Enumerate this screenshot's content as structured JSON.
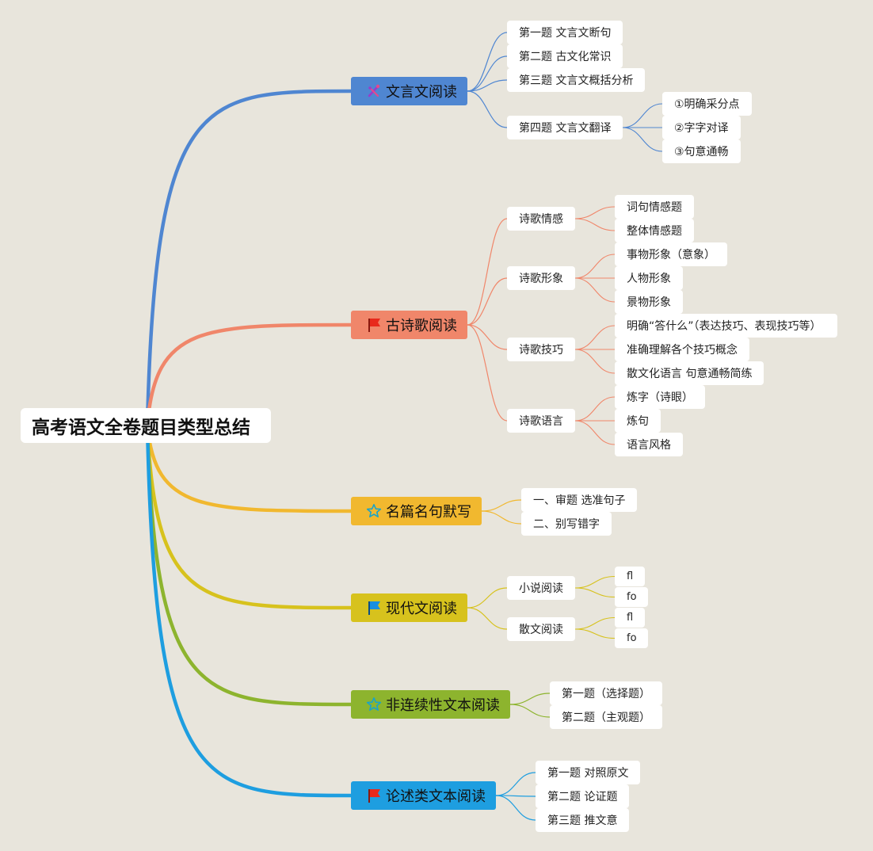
{
  "root": {
    "label": "高考语文全卷题目类型总结"
  },
  "colors": {
    "b1": "#4f86d1",
    "b2": "#f0866a",
    "b3": "#f1b82f",
    "b4": "#d7c21d",
    "b5": "#8db42e",
    "b6": "#1e9ee0",
    "leaf": "#ffffff",
    "background": "#e8e5dc"
  },
  "branches": [
    {
      "id": "b1",
      "label": "文言文阅读",
      "icon": "tools-icon",
      "items": [
        {
          "label": "第一题 文言文断句"
        },
        {
          "label": "第二题 古文化常识"
        },
        {
          "label": "第三题 文言文概括分析"
        },
        {
          "label": "第四题 文言文翻译",
          "children": [
            "①明确采分点",
            "②字字对译",
            "③句意通畅"
          ]
        }
      ]
    },
    {
      "id": "b2",
      "label": "古诗歌阅读",
      "icon": "red-flag-icon",
      "items": [
        {
          "label": "诗歌情感",
          "children": [
            "词句情感题",
            "整体情感题"
          ]
        },
        {
          "label": "诗歌形象",
          "children": [
            "事物形象（意象）",
            "人物形象",
            "景物形象"
          ]
        },
        {
          "label": "诗歌技巧",
          "children": [
            "明确“答什么”（表达技巧、表现技巧等）",
            "准确理解各个技巧概念",
            "散文化语言 句意通畅简练"
          ]
        },
        {
          "label": "诗歌语言",
          "children": [
            "炼字（诗眼）",
            "炼句",
            "语言风格"
          ]
        }
      ]
    },
    {
      "id": "b3",
      "label": "名篇名句默写",
      "icon": "star-icon",
      "items": [
        {
          "label": "一、审题 选准句子"
        },
        {
          "label": "二、别写错字"
        }
      ]
    },
    {
      "id": "b4",
      "label": "现代文阅读",
      "icon": "blue-flag-icon",
      "items": [
        {
          "label": "小说阅读",
          "children": [
            "fl",
            "fo"
          ]
        },
        {
          "label": "散文阅读",
          "children": [
            "fl",
            "fo"
          ]
        }
      ]
    },
    {
      "id": "b5",
      "label": "非连续性文本阅读",
      "icon": "star-icon",
      "items": [
        {
          "label": "第一题（选择题）"
        },
        {
          "label": "第二题（主观题）"
        }
      ]
    },
    {
      "id": "b6",
      "label": "论述类文本阅读",
      "icon": "red-flag-icon",
      "items": [
        {
          "label": "第一题 对照原文"
        },
        {
          "label": "第二题 论证题"
        },
        {
          "label": "第三题 推文意"
        }
      ]
    }
  ]
}
